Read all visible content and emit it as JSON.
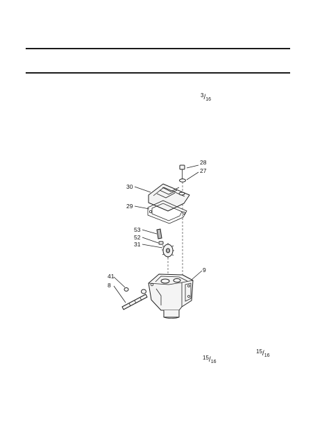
{
  "fractions": {
    "upper": {
      "numerator": "3",
      "denominator": "16"
    },
    "lower_right": {
      "numerator": "15",
      "denominator": "16"
    },
    "lower_left": {
      "numerator": "15",
      "denominator": "16"
    }
  },
  "callouts": [
    "28",
    "27",
    "30",
    "29",
    "53",
    "52",
    "31",
    "9",
    "41",
    "8"
  ],
  "colors": {
    "ink": "#111111",
    "paper": "#ffffff"
  }
}
